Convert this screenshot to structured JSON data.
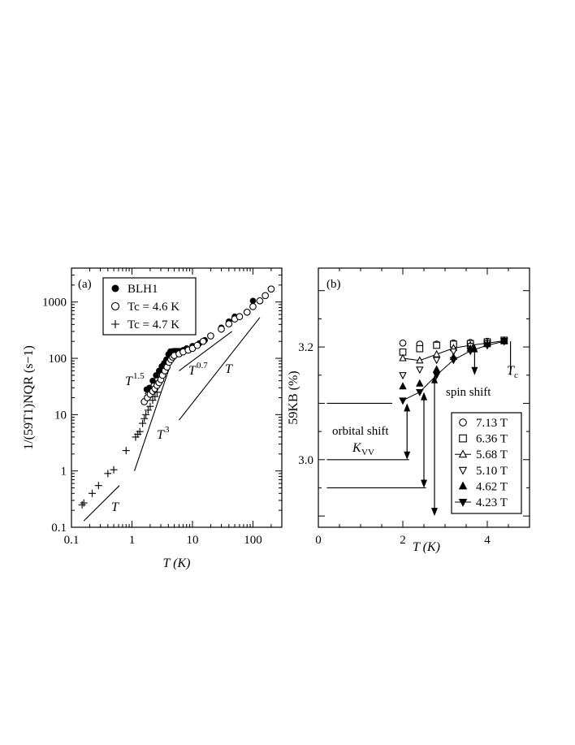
{
  "chart_data": [
    {
      "type": "scatter",
      "panel_label": "(a)",
      "xlabel": "T (K)",
      "ylabel": "1/(59T1)NQR (s−1)",
      "xscale": "log",
      "yscale": "log",
      "xlim": [
        0.1,
        300
      ],
      "ylim": [
        0.1,
        4000
      ],
      "xticks": [
        0.1,
        1,
        10,
        100
      ],
      "xtick_labels": [
        "0.1",
        "1",
        "10",
        "100"
      ],
      "yticks": [
        0.1,
        1,
        10,
        100,
        1000
      ],
      "ytick_labels": [
        "0.1",
        "1",
        "10",
        "100",
        "1000"
      ],
      "legend": {
        "position": "top-left",
        "entries": [
          "BLH1",
          "Tc = 4.6 K",
          "Tc = 4.7 K"
        ]
      },
      "series": [
        {
          "name": "BLH1",
          "marker": "filled-circle",
          "x": [
            1.75,
            1.95,
            2.2,
            2.5,
            2.8,
            3.1,
            3.4,
            3.7,
            4.0,
            4.3,
            4.6,
            5.0,
            5.5,
            6.0,
            7.0,
            8.0,
            10,
            13,
            16,
            20,
            30,
            40,
            50,
            100
          ],
          "y": [
            28,
            30,
            40,
            50,
            60,
            72,
            82,
            95,
            118,
            132,
            133,
            135,
            135,
            135,
            140,
            150,
            165,
            185,
            210,
            250,
            350,
            450,
            550,
            1050
          ]
        },
        {
          "name": "Tc = 4.6 K",
          "marker": "open-circle",
          "x": [
            1.6,
            1.8,
            2.0,
            2.2,
            2.4,
            2.6,
            2.8,
            3.0,
            3.2,
            3.5,
            3.8,
            4.1,
            4.4,
            4.7,
            5.0,
            6.0,
            7.0,
            8.5,
            10,
            12,
            15,
            20,
            30,
            40,
            50,
            60,
            80,
            100,
            130,
            160,
            200
          ],
          "y": [
            17,
            20,
            23,
            26,
            29,
            33,
            37,
            42,
            50,
            60,
            70,
            85,
            95,
            105,
            112,
            120,
            130,
            140,
            150,
            170,
            200,
            250,
            330,
            410,
            500,
            550,
            660,
            830,
            1050,
            1300,
            1700
          ]
        },
        {
          "name": "Tc = 4.7 K",
          "marker": "plus",
          "x": [
            0.15,
            0.16,
            0.22,
            0.28,
            0.4,
            0.5,
            0.8,
            1.15,
            1.25,
            1.35,
            1.5,
            1.6,
            1.7,
            1.85,
            2.0,
            2.2,
            2.4,
            2.6
          ],
          "y": [
            0.25,
            0.27,
            0.4,
            0.55,
            0.9,
            1.05,
            2.3,
            4.0,
            4.5,
            5.0,
            7.0,
            8.5,
            10,
            12,
            14,
            18,
            21,
            25
          ]
        }
      ],
      "guide_lines": [
        {
          "label": "T",
          "from": [
            0.16,
            0.13
          ],
          "to": [
            0.62,
            0.55
          ]
        },
        {
          "label": "T3",
          "from": [
            1.1,
            1.0
          ],
          "to": [
            4.2,
            70
          ]
        },
        {
          "label": "T1.5",
          "from": [
            1.65,
            23
          ],
          "to": [
            3.1,
            68
          ]
        },
        {
          "label": "T0.7",
          "from": [
            6.0,
            60
          ],
          "to": [
            45,
            300
          ]
        },
        {
          "label": "T",
          "from": [
            6.0,
            8.0
          ],
          "to": [
            130,
            530
          ]
        }
      ],
      "annotations": [
        {
          "text": "T",
          "superscript": "1.5"
        },
        {
          "text": "T",
          "superscript": "3"
        },
        {
          "text": "T",
          "superscript": "0.7"
        },
        {
          "text": "T",
          "superscript": ""
        },
        {
          "text": "T",
          "superscript": ""
        }
      ]
    },
    {
      "type": "scatter",
      "panel_label": "(b)",
      "xlabel": "T (K)",
      "ylabel": "59KB (%)",
      "xlim": [
        0,
        5
      ],
      "ylim": [
        2.88,
        3.34
      ],
      "xticks": [
        0,
        2,
        4
      ],
      "xtick_labels": [
        "0",
        "2",
        "4"
      ],
      "yticks": [
        3.0,
        3.2
      ],
      "ytick_labels": [
        "3.0",
        "3.2"
      ],
      "legend": {
        "position": "bottom-right",
        "entries": [
          "7.13 T",
          "6.36 T",
          "5.68 T",
          "5.10 T",
          "4.62 T",
          "4.23 T"
        ]
      },
      "series": [
        {
          "name": "7.13 T",
          "marker": "open-circle",
          "line": false,
          "x": [
            2.0,
            2.4,
            2.8,
            3.2,
            3.6,
            4.0,
            4.4
          ],
          "y": [
            3.207,
            3.205,
            3.205,
            3.207,
            3.208,
            3.21,
            3.212
          ]
        },
        {
          "name": "6.36 T",
          "marker": "open-square",
          "line": false,
          "x": [
            2.0,
            2.4,
            2.8,
            3.2,
            3.6,
            4.0,
            4.4
          ],
          "y": [
            3.191,
            3.197,
            3.203,
            3.205,
            3.206,
            3.209,
            3.212
          ]
        },
        {
          "name": "5.68 T",
          "marker": "open-triangle-up",
          "line": true,
          "x": [
            2.0,
            2.4,
            2.8,
            3.2,
            3.6,
            4.0,
            4.4
          ],
          "y": [
            3.18,
            3.176,
            3.187,
            3.198,
            3.203,
            3.207,
            3.211
          ]
        },
        {
          "name": "5.10 T",
          "marker": "open-triangle-down",
          "line": false,
          "x": [
            2.0,
            2.4,
            2.8,
            3.2,
            3.6,
            4.0,
            4.4
          ],
          "y": [
            3.15,
            3.16,
            3.177,
            3.192,
            3.202,
            3.207,
            3.211
          ]
        },
        {
          "name": "4.62 T",
          "marker": "filled-triangle-up",
          "line": false,
          "x": [
            2.0,
            2.4,
            2.8,
            3.2,
            3.6,
            4.0,
            4.4
          ],
          "y": [
            3.13,
            3.135,
            3.16,
            3.182,
            3.197,
            3.205,
            3.21
          ]
        },
        {
          "name": "4.23 T",
          "marker": "filled-triangle-down",
          "line": true,
          "x": [
            2.0,
            2.4,
            2.8,
            3.2,
            3.6,
            4.0,
            4.4
          ],
          "y": [
            3.105,
            3.12,
            3.15,
            3.177,
            3.193,
            3.203,
            3.21
          ]
        }
      ],
      "reference_lines": [
        {
          "y": 3.1,
          "x_range": [
            0.2,
            1.75
          ]
        },
        {
          "y": 3.0,
          "x_range": [
            0.2,
            2.15
          ]
        },
        {
          "y": 2.95,
          "x_range": [
            0.2,
            2.55
          ]
        }
      ],
      "arrows": [
        {
          "x": 2.1,
          "y_range": [
            3.0,
            3.1
          ],
          "heads": "both"
        },
        {
          "x": 2.5,
          "y_range": [
            2.95,
            3.12
          ],
          "heads": "both"
        },
        {
          "x": 2.75,
          "y_range": [
            2.9,
            3.15
          ],
          "heads": "both"
        },
        {
          "x": 3.7,
          "y_range": [
            3.15,
            3.205
          ],
          "heads": "both"
        }
      ],
      "tc_marker": {
        "x": 4.55,
        "y_range": [
          3.15,
          3.21
        ]
      },
      "annotations": [
        {
          "text": "spin shift"
        },
        {
          "text": "orbital shift"
        },
        {
          "text": "K",
          "subscript": "VV"
        },
        {
          "text": "T",
          "subscript": "c"
        }
      ]
    }
  ]
}
